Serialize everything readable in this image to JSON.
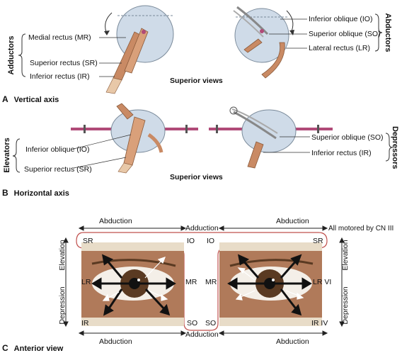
{
  "panel_a": {
    "section_letter": "A",
    "section_title": "Vertical axis",
    "left_group": "Adductors",
    "right_group": "Abductors",
    "left_labels": [
      "Medial rectus (MR)",
      "Superior rectus (SR)",
      "Inferior rectus (IR)"
    ],
    "right_labels": [
      "Inferior oblique (IO)",
      "Superior oblique (SO)",
      "Lateral rectus (LR)"
    ],
    "caption": "Superior views"
  },
  "panel_b": {
    "section_letter": "B",
    "section_title": "Horizontal axis",
    "left_group": "Elevators",
    "right_group": "Depressors",
    "left_labels": [
      "Inferior oblique (IO)",
      "Superior rectus (SR)"
    ],
    "right_labels": [
      "Superior oblique (SO)",
      "Inferior rectus (IR)"
    ],
    "caption": "Superior views"
  },
  "panel_c": {
    "section_letter": "C",
    "section_title": "Anterior view",
    "top_left": "Abduction",
    "top_center": "Adduction",
    "top_right": "Abduction",
    "bottom_left": "Abduction",
    "bottom_center": "Adduction",
    "bottom_right": "Abduction",
    "note": "All motored by CN III",
    "left_side": {
      "elevation": "Elevation",
      "depression": "Depression"
    },
    "right_side": {
      "elevation": "Elevation",
      "depression": "Depression"
    },
    "left_eye": {
      "sr": "SR",
      "io": "IO",
      "lr": "LR",
      "mr": "MR",
      "ir": "IR",
      "so": "SO"
    },
    "right_eye": {
      "io": "IO",
      "sr": "SR",
      "mr": "MR",
      "lr": "LR VI",
      "so": "SO",
      "ir": "IR IV"
    }
  },
  "colors": {
    "muscle": "#c98a64",
    "eyeball": "#cfdbe8",
    "axis_rod": "#b04a78",
    "frame": "#c0504d",
    "skin": "#b07a5a",
    "iris": "#5a3a22"
  }
}
